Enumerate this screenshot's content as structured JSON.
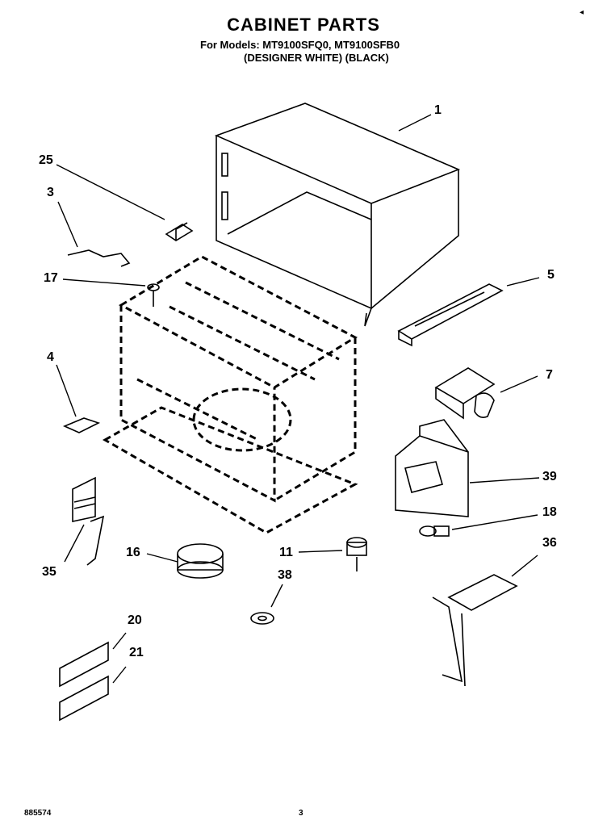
{
  "header": {
    "title": "CABINET PARTS",
    "models": "For Models: MT9100SFQ0, MT9100SFB0",
    "colors": "(DESIGNER WHITE) (BLACK)"
  },
  "callouts": [
    "1",
    "25",
    "3",
    "17",
    "5",
    "4",
    "7",
    "39",
    "18",
    "35",
    "16",
    "11",
    "36",
    "38",
    "20",
    "21"
  ],
  "footer": {
    "doc_number": "885574",
    "page_number": "3"
  }
}
